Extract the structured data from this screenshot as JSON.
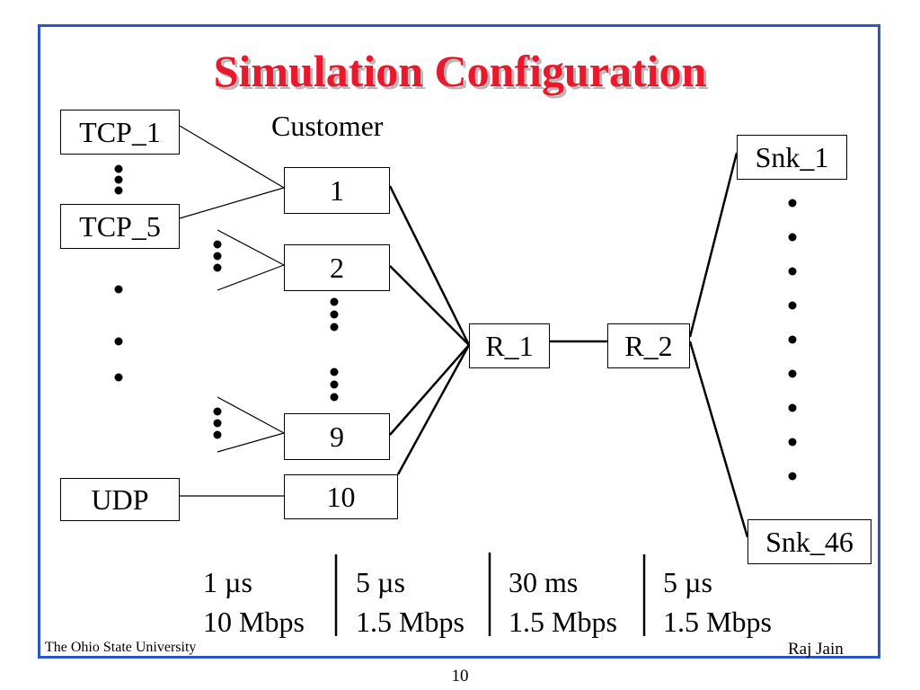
{
  "slide": {
    "title": "Simulation Configuration",
    "customer_label": "Customer",
    "sources": {
      "tcp_first": "TCP_1",
      "tcp_last": "TCP_5",
      "udp": "UDP"
    },
    "customers": [
      "1",
      "2",
      "9",
      "10"
    ],
    "routers": {
      "r1": "R_1",
      "r2": "R_2"
    },
    "sinks": {
      "first": "Snk_1",
      "last": "Snk_46"
    },
    "links": [
      {
        "delay": "1 µs",
        "bandwidth": "10 Mbps"
      },
      {
        "delay": "5 µs",
        "bandwidth": "1.5 Mbps"
      },
      {
        "delay": "30 ms",
        "bandwidth": "1.5 Mbps"
      },
      {
        "delay": "5 µs",
        "bandwidth": "1.5 Mbps"
      }
    ],
    "footer": {
      "left": "The Ohio State University",
      "right": "Raj Jain"
    },
    "page_number": "10"
  },
  "colors": {
    "title": "#e8192c",
    "frame": "#2b55c8",
    "title_shadow": "#b9b9b9"
  }
}
